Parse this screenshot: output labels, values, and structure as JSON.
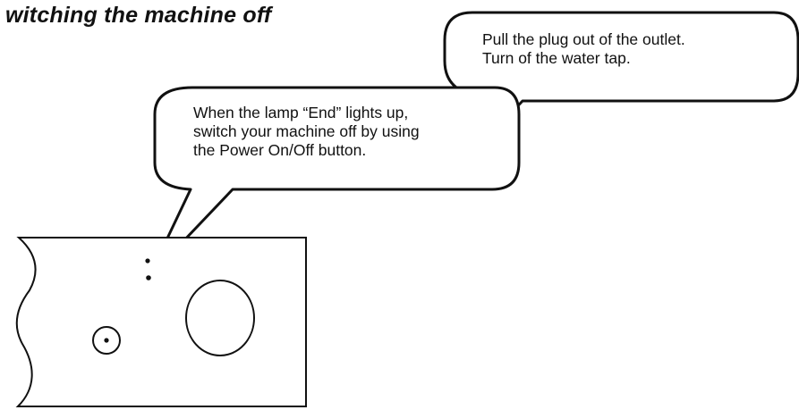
{
  "page": {
    "title": "witching the machine off"
  },
  "callouts": {
    "right": {
      "lines": [
        "Pull the plug out of the outlet.",
        "Turn of the water tap."
      ]
    },
    "left": {
      "lines": [
        "When the lamp “End” lights up,",
        "switch your machine off by using",
        "the Power On/Off button."
      ]
    }
  },
  "colors": {
    "ink": "#111111",
    "background": "#ffffff"
  }
}
